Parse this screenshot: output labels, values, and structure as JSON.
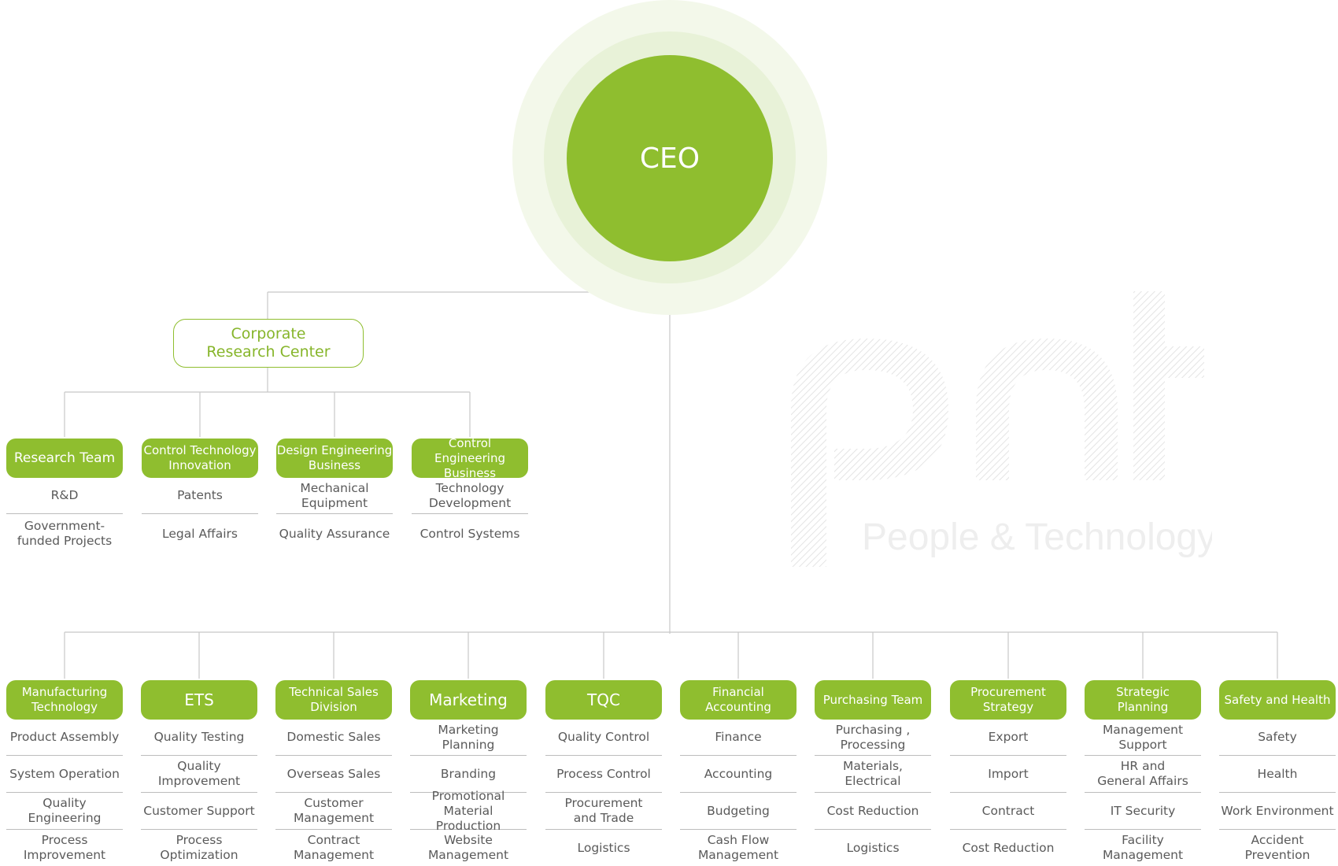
{
  "ceo": "CEO",
  "research_center": "Corporate\nResearch Center",
  "watermark": {
    "logo": "pnt",
    "tagline": "People & Technology"
  },
  "research_teams": [
    {
      "name": "Research Team",
      "items": [
        "R&D",
        "Government-\nfunded Projects"
      ]
    },
    {
      "name": "Control Technology\nInnovation",
      "items": [
        "Patents",
        "Legal Affairs"
      ]
    },
    {
      "name": "Design Engineering\nBusiness",
      "items": [
        "Mechanical\nEquipment",
        "Quality Assurance"
      ]
    },
    {
      "name": "Control Engineering\nBusiness",
      "items": [
        "Technology\nDevelopment",
        "Control Systems"
      ]
    }
  ],
  "departments": [
    {
      "name": "Manufacturing\nTechnology",
      "items": [
        "Product Assembly",
        "System Operation",
        "Quality Engineering",
        "Process\nImprovement"
      ]
    },
    {
      "name": "ETS",
      "items": [
        "Quality Testing",
        "Quality Improvement",
        "Customer Support",
        "Process\nOptimization"
      ]
    },
    {
      "name": "Technical Sales\nDivision",
      "items": [
        "Domestic Sales",
        "Overseas Sales",
        "Customer\nManagement",
        "Contract\nManagement"
      ]
    },
    {
      "name": "Marketing",
      "items": [
        "Marketing Planning",
        "Branding",
        "Promotional\nMaterial Production",
        "Website\nManagement"
      ]
    },
    {
      "name": "TQC",
      "items": [
        "Quality Control",
        "Process Control",
        "Procurement\nand Trade",
        "Logistics"
      ]
    },
    {
      "name": "Financial\nAccounting",
      "items": [
        "Finance",
        "Accounting",
        "Budgeting",
        "Cash Flow\nManagement"
      ]
    },
    {
      "name": "Purchasing Team",
      "items": [
        "Purchasing ,\nProcessing",
        "Materials, Electrical",
        "Cost Reduction",
        "Logistics"
      ]
    },
    {
      "name": "Procurement\nStrategy",
      "items": [
        "Export",
        "Import",
        "Contract",
        "Cost Reduction"
      ]
    },
    {
      "name": "Strategic\nPlanning",
      "items": [
        "Management\nSupport",
        "HR and\nGeneral Affairs",
        "IT Security",
        "Facility\nManagement"
      ]
    },
    {
      "name": "Safety and Health",
      "items": [
        "Safety",
        "Health",
        "Work Environment",
        "Accident Prevention"
      ]
    }
  ],
  "colors": {
    "accent": "#8fbe2f",
    "ring_outer": "#f3f8ea",
    "ring_inner": "#e8f2d8",
    "line": "#c8c8c8"
  }
}
